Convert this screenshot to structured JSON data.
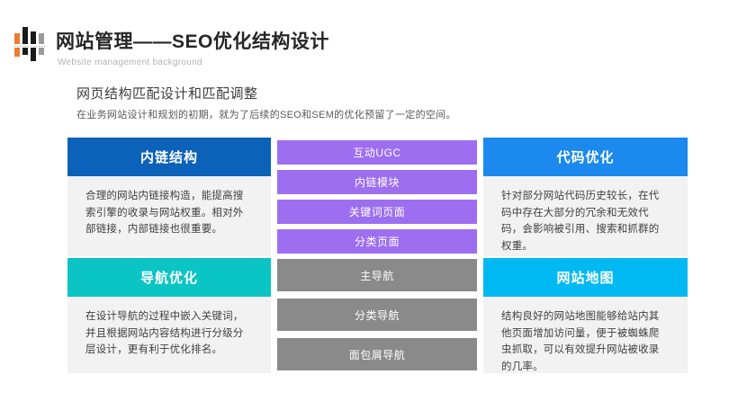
{
  "header": {
    "title": "网站管理——SEO优化结构设计",
    "subtitle": "Website management background",
    "logo_colors": {
      "orange": "#ED7D31",
      "black": "#1A1A1A",
      "gray": "#9A9A9A"
    }
  },
  "section": {
    "heading": "网页结构匹配设计和匹配调整",
    "description": "在业务网站设计和规划的初期，就为了后续的SEO和SEM的优化预留了一定的空间。"
  },
  "left_column": {
    "blocks": [
      {
        "title": "内链结构",
        "color": "#0C61B8",
        "body": "合理的网站内链接构造，能提高搜索引擎的收录与网站权重。相对外部链接，内部链接也很重要。"
      },
      {
        "title": "导航优化",
        "color": "#0BC4C4",
        "body": "在设计导航的过程中嵌入关键词，并且根据网站内容结构进行分级分层设计，更有利于优化排名。"
      }
    ]
  },
  "middle_column": {
    "purple_color": "#9D6EF0",
    "gray_color": "#8A8A8A",
    "purple_items": [
      "互动UGC",
      "内链模块",
      "关键词页面",
      "分类页面"
    ],
    "gray_items": [
      "主导航",
      "分类导航",
      "面包屑导航"
    ]
  },
  "right_column": {
    "blocks": [
      {
        "title": "代码优化",
        "color": "#1B89EE",
        "body": "针对部分网站代码历史较长，在代码中存在大部分的冗余和无效代码，会影响被引用、搜索和抓群的权重。"
      },
      {
        "title": "网站地图",
        "color": "#00B9F2",
        "body": "结构良好的网站地图能够给站内其他页面增加访问量，便于被蜘蛛爬虫抓取，可以有效提升网站被收录的几率。"
      }
    ]
  }
}
